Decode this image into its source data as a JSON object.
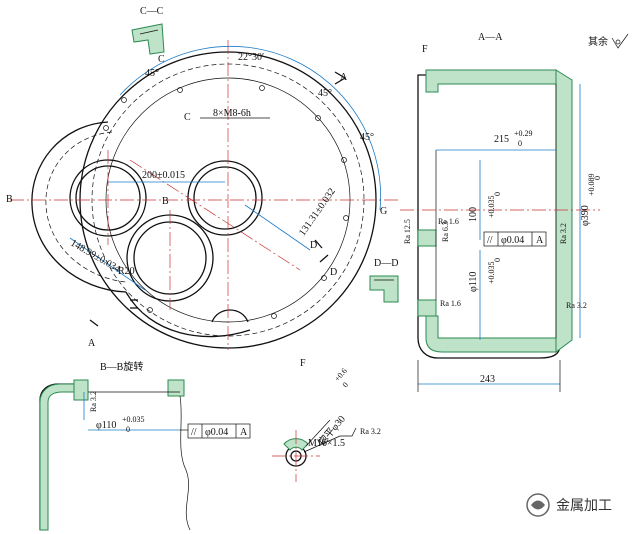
{
  "sections": {
    "cc": "C—C",
    "aa": "A—A",
    "bb": "B—B旋转",
    "dd": "D—D",
    "f": "F"
  },
  "notes": {
    "rest": "其余"
  },
  "dims": {
    "angle_22_30": "22°30′",
    "angle_45_a": "45°",
    "angle_45_b": "45°",
    "angle_45_c": "45°",
    "thread_holes": "8×M8-6h",
    "center_200": "200±0.015",
    "center_131": "131.31±0.032",
    "center_148": "148.99±0.034",
    "r20": "R20",
    "d215": "215",
    "d215_tol": "+0.29",
    "d215_tol0": "0",
    "d100": "100",
    "d100_tol": "+0.035",
    "d100_tol0": "0",
    "d110": "φ110",
    "d110_tol": "+0.035",
    "d110_tol0": "0",
    "d390": "φ390",
    "d390_tol": "+0.089",
    "d390_tol0": "0",
    "d243": "243",
    "parallel_val": "φ0.04",
    "parallel_ref": "A",
    "ra125": "Ra 12.5",
    "ra16a": "Ra 1.6",
    "ra16b": "Ra 1.6",
    "ra63": "Ra 6.3",
    "ra32a": "Ra 3.2",
    "ra32b": "Ra 3.2",
    "ra32c": "Ra 3.2",
    "bb_d110": "φ110",
    "bb_tol": "+0.035",
    "bb_tol0": "0",
    "bb_parallel_val": "φ0.04",
    "bb_parallel_ref": "A",
    "m16": "M16×1.5",
    "spotface": "锪平φ30",
    "spotface_tol": "+0.6",
    "spotface_tol0": "0",
    "label_a": "A",
    "label_a2": "A",
    "label_b": "B",
    "label_b2": "B",
    "label_b3": "B",
    "label_c": "C",
    "label_c2": "C",
    "label_d": "D",
    "label_d2": "D",
    "label_f": "F",
    "label_g": "G"
  },
  "watermark": {
    "text": "金属加工"
  },
  "colors": {
    "line": "#111111",
    "dim": "#1a7bc8",
    "center": "#cc3333",
    "section_fill": "#bfe3c8",
    "section_stroke": "#2c8a52"
  }
}
